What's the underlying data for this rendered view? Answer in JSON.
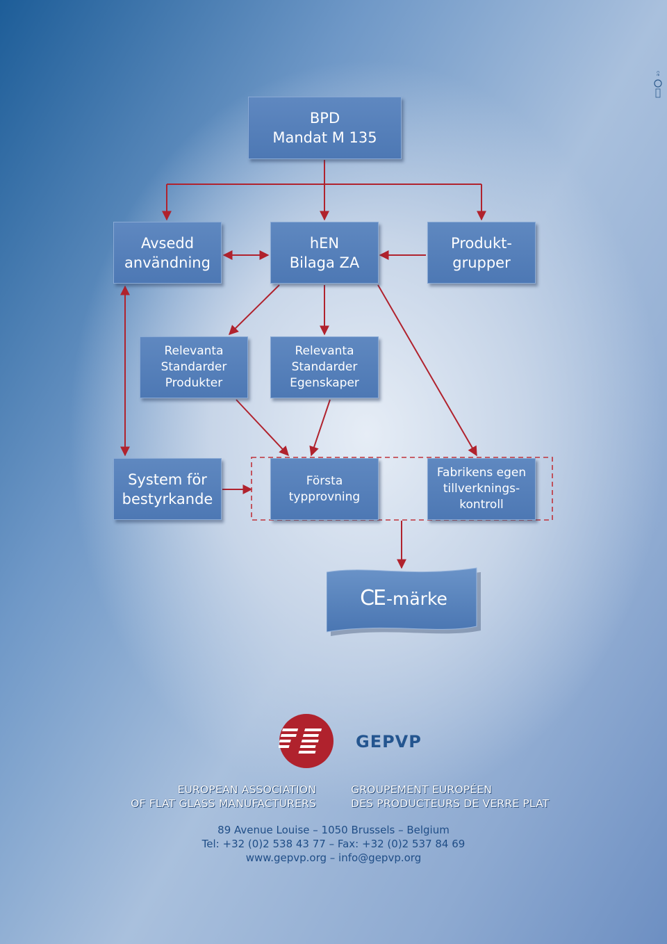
{
  "watermark": "ce-mark-logo",
  "diagram": {
    "nodes": {
      "bpd": "BPD\nMandat M 135",
      "avsedd": "Avsedd\nanvändning",
      "hen": "hEN\nBilaga ZA",
      "produkt": "Produkt-\ngrupper",
      "rel_produkter": "Relevanta\nStandarder\nProdukter",
      "rel_egenskaper": "Relevanta\nStandarder\nEgenskaper",
      "system": "System för\nbestyrkande",
      "forsta": "Första\ntypprovning",
      "fabrikens": "Fabrikens egen\ntillverknings-\nkontroll"
    },
    "ce_mark": {
      "symbol": "CE",
      "label": "-märke"
    },
    "colors": {
      "box": "#5a84bd",
      "arrow": "#b0222d",
      "dashed_border": "#c0323a"
    }
  },
  "footer": {
    "logo": "glass-manufacturers-logo",
    "brand": "GEPVP",
    "association_en": [
      "EUROPEAN ASSOCIATION",
      "OF FLAT GLASS MANUFACTURERS"
    ],
    "association_fr": [
      "GROUPEMENT EUROPÉEN",
      "DES PRODUCTEURS DE VERRE PLAT"
    ],
    "address": "89 Avenue Louise – 1050 Brussels – Belgium",
    "phone": "Tel: +32 (0)2 538 43 77 – Fax: +32 (0)2 537 84 69",
    "web": "www.gepvp.org – info@gepvp.org",
    "colors": {
      "brand": "#24558f",
      "logo": "#b0222d"
    }
  }
}
